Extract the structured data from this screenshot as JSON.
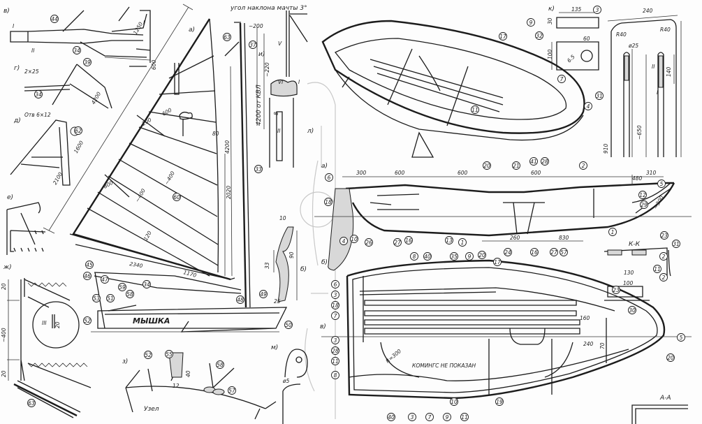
{
  "sections": [
    "в)",
    "г)",
    "д)",
    "е)",
    "ж)",
    "з)",
    "и)",
    "к)",
    "л)",
    "м)",
    "а)",
    "б)",
    "а)",
    "б)",
    "в)"
  ],
  "notes": {
    "mast_angle": "угол наклона мачты 3°",
    "mast_height": "4200 от КВЛ",
    "boat_name": "МЫШКА",
    "coaming": "КОМИНГС НЕ ПОКАЗАН",
    "knot": "Узел",
    "section_kk": "К-К",
    "section_aa": "А-А",
    "hole": "Отв 6×12",
    "tube": "2×25",
    "radius": "R=300",
    "r40": "R40",
    "r40b": "R40",
    "d25": "ø25",
    "d5": "ø5"
  },
  "dimensions": {
    "sail": [
      "1250",
      "600",
      "4200",
      "2100",
      "1600",
      "200",
      "600",
      "~400",
      "~400",
      "800",
      "80",
      "4200",
      "2020",
      "1170",
      "2340",
      "120",
      "~200",
      "~220"
    ],
    "profile": [
      "300",
      "600",
      "600",
      "600",
      "310",
      "480",
      "~300",
      "260",
      "830",
      "130",
      "100",
      "160",
      "240",
      "70"
    ],
    "details": [
      "135",
      "30",
      "100",
      "60",
      "6.5",
      "240",
      "140",
      "~650",
      "910",
      "20",
      "~400",
      "20",
      "20",
      "40",
      "12",
      "33",
      "25",
      "10",
      "90",
      "8"
    ]
  },
  "part_numbers": [
    "44",
    "34",
    "39",
    "34",
    "62",
    "60",
    "63",
    "37",
    "33",
    "45",
    "46",
    "47",
    "59",
    "34",
    "53",
    "51",
    "58",
    "52",
    "50",
    "48",
    "49",
    "63",
    "52",
    "55",
    "58",
    "57",
    "6",
    "18",
    "10",
    "4",
    "16",
    "26",
    "27",
    "13",
    "1",
    "20",
    "21",
    "24",
    "16",
    "27",
    "57",
    "41",
    "28",
    "2",
    "5",
    "12",
    "29",
    "23",
    "1",
    "11",
    "8",
    "40",
    "35",
    "9",
    "20",
    "17",
    "6",
    "3",
    "18",
    "7",
    "3",
    "28",
    "11",
    "8",
    "10",
    "19",
    "2",
    "5",
    "20",
    "2",
    "31",
    "30",
    "23",
    "32",
    "31",
    "4",
    "3",
    "7",
    "9",
    "17",
    "11",
    "40",
    "3",
    "7",
    "9",
    "11"
  ],
  "roman": [
    "I",
    "II",
    "I",
    "V",
    "VI",
    "I",
    "II",
    "III",
    "II",
    "I"
  ],
  "colors": {
    "ink": "#1c1c1c",
    "paper": "#fdfdfd",
    "ghost": "#c8c8c8"
  }
}
